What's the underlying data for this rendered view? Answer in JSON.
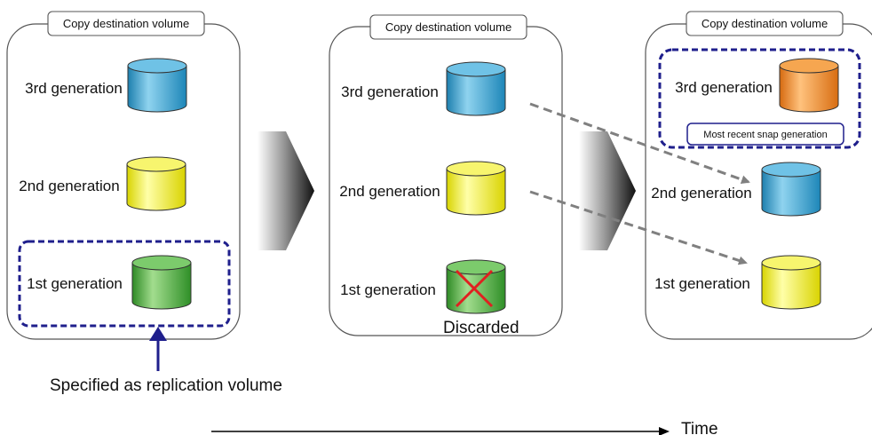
{
  "panels": [
    {
      "title": "Copy destination volume",
      "generations": [
        {
          "label": "3rd generation",
          "color": "blue"
        },
        {
          "label": "2nd generation",
          "color": "yellow"
        },
        {
          "label": "1st generation",
          "color": "green"
        }
      ]
    },
    {
      "title": "Copy destination volume",
      "generations": [
        {
          "label": "3rd generation",
          "color": "blue"
        },
        {
          "label": "2nd generation",
          "color": "yellow"
        },
        {
          "label": "1st generation",
          "color": "green",
          "discarded": true
        }
      ],
      "discarded_label": "Discarded"
    },
    {
      "title": "Copy destination volume",
      "generations": [
        {
          "label": "3rd generation",
          "color": "orange"
        },
        {
          "label": "2nd generation",
          "color": "blue"
        },
        {
          "label": "1st generation",
          "color": "yellow"
        }
      ],
      "recent_label": "Most recent snap generation"
    }
  ],
  "specified_label": "Specified as replication volume",
  "time_label": "Time",
  "colors": {
    "blue": "#3fa3cf",
    "yellow": "#f2f030",
    "green": "#4fb043",
    "orange": "#f08a25",
    "dash": "#1f1f8c",
    "arrow": "#808080",
    "cross": "#e02020"
  }
}
